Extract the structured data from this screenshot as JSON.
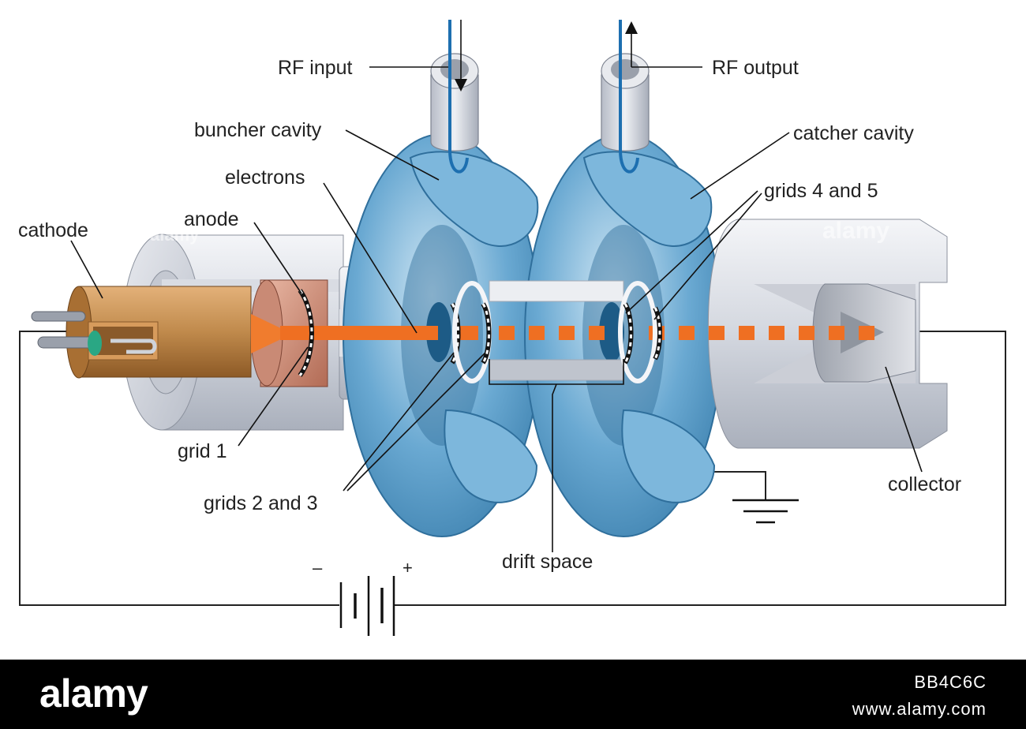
{
  "labels": {
    "rf_input": "RF input",
    "rf_output": "RF output",
    "buncher_cavity": "buncher cavity",
    "catcher_cavity": "catcher cavity",
    "electrons": "electrons",
    "anode": "anode",
    "cathode": "cathode",
    "grids_4_5": "grids 4 and 5",
    "grid_1": "grid 1",
    "grids_2_3": "grids 2 and 3",
    "drift_space": "drift space",
    "collector": "collector"
  },
  "battery": {
    "minus": "–",
    "plus": "+"
  },
  "watermark": {
    "brand": "alamy",
    "image_id": "BB4C6C",
    "url": "www.alamy.com"
  },
  "colors": {
    "cavity_blue": "#4f93bf",
    "beam_orange": "#ef6f22",
    "cathode_copper": "#b87a3a",
    "tube_gray": "#d6d9e0",
    "footer_black": "#000000"
  }
}
